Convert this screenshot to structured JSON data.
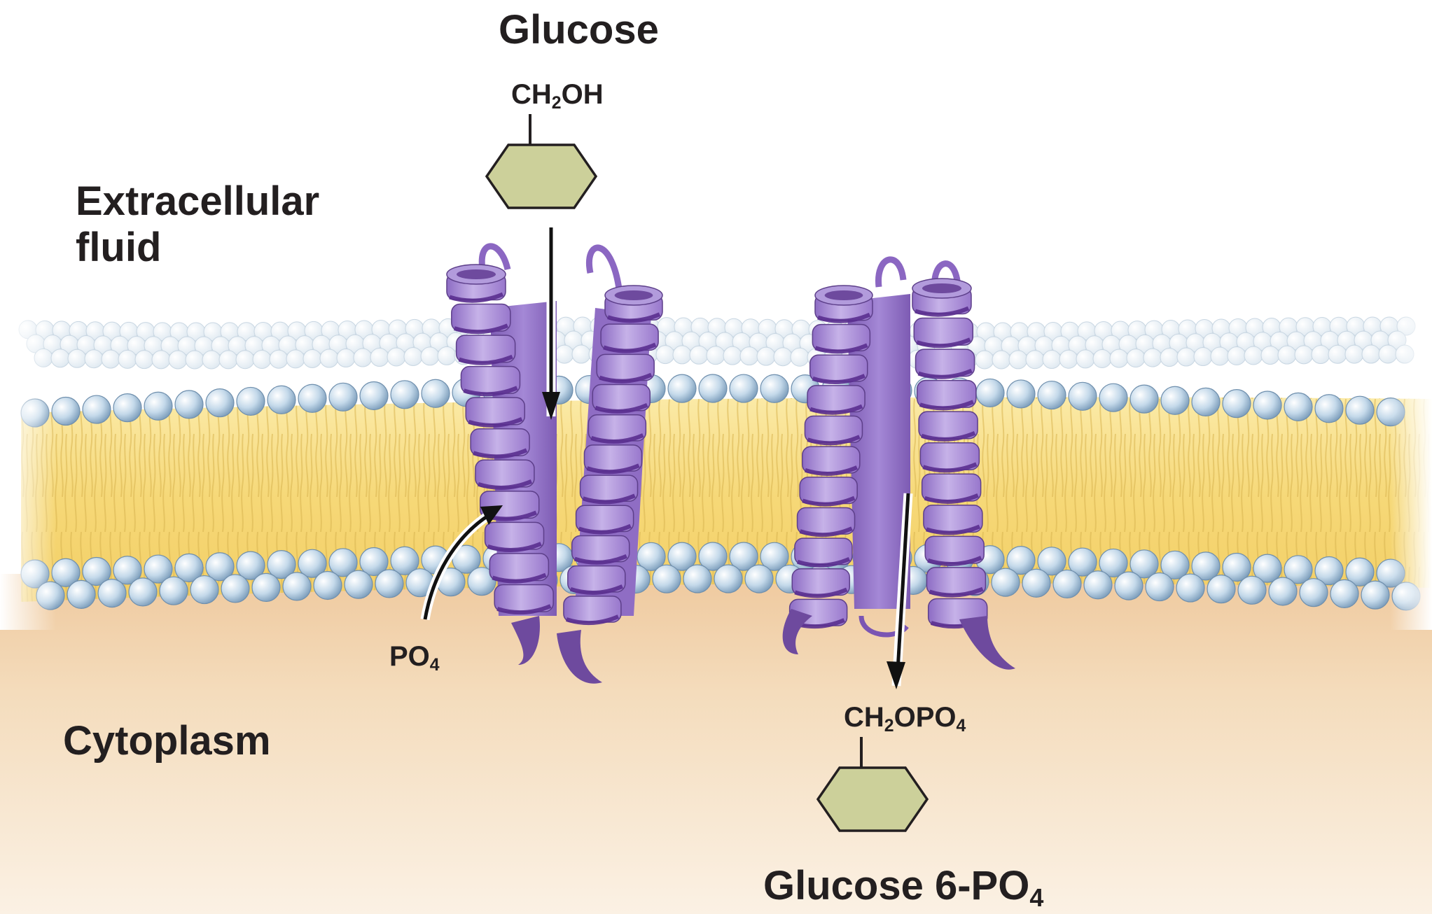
{
  "labels": {
    "glucose": "Glucose",
    "extracellular_line1": "Extracellular",
    "extracellular_line2": "fluid",
    "cytoplasm": "Cytoplasm",
    "glucose6_main": "Glucose 6-PO",
    "glucose6_sub": "4",
    "glucose_formula": {
      "a": "CH",
      "sub": "2",
      "b": "OH"
    },
    "po4": {
      "a": "PO",
      "sub": "4"
    },
    "product_formula": {
      "a": "CH",
      "sub1": "2",
      "b": "OPO",
      "sub2": "4"
    }
  },
  "colors": {
    "protein": "#a98fd3",
    "protein_dark": "#6e4a9e",
    "lipid_head": "#b9d2e4",
    "lipid_tail": "#f6dc84",
    "cytoplasm": "#f4dcbc",
    "hexagon_fill": "#ccd09a",
    "hexagon_stroke": "#231f20"
  }
}
